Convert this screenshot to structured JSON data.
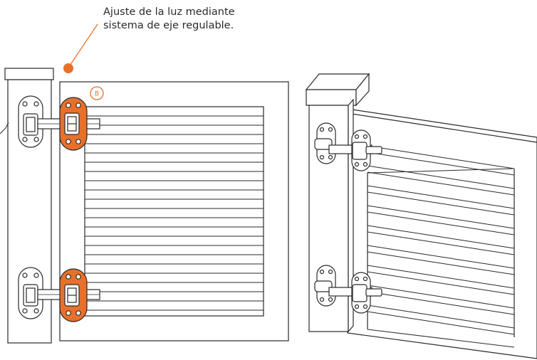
{
  "annotation": {
    "line1": "Ajuste de la luz mediante",
    "line2": "sistema de eje regulable."
  },
  "badge": {
    "label": "B"
  },
  "colors": {
    "accent": "#E8702A",
    "line": "#2a2a2a",
    "background": "#ffffff"
  }
}
